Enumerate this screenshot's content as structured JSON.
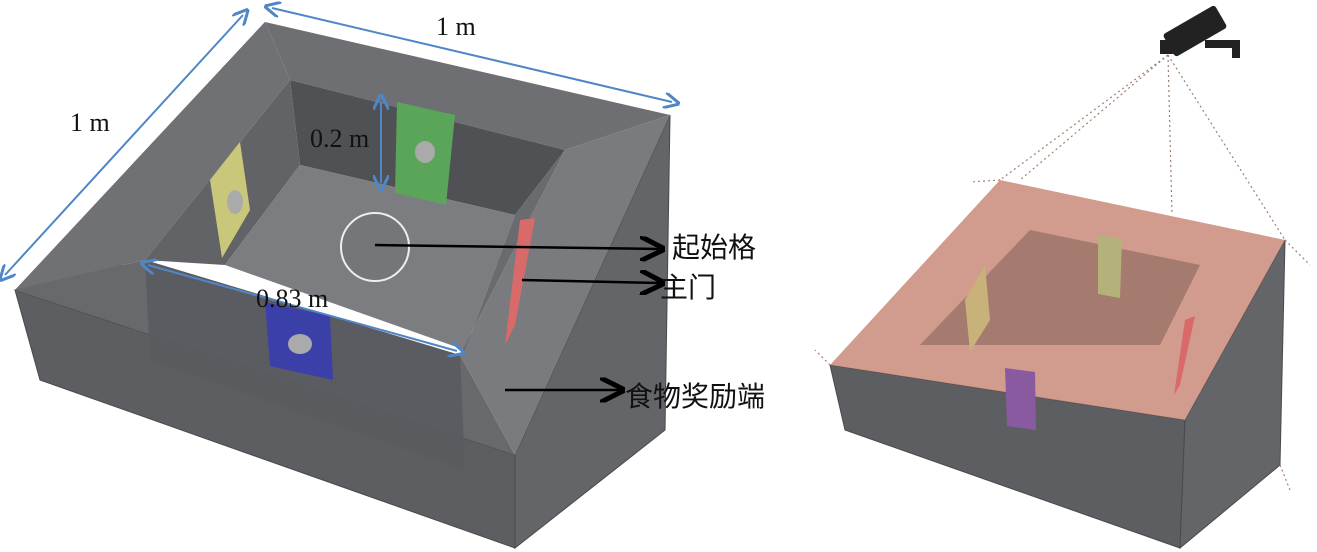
{
  "left_figure": {
    "dimensions": {
      "outer_width": "1 m",
      "outer_depth": "1 m",
      "wall_height": "0.2 m",
      "inner_width": "0.83 m"
    },
    "callouts": {
      "start_cell": "起始格",
      "main_door": "主门",
      "food_reward_end": "食物奖励端"
    }
  },
  "colors": {
    "box": "#5f6064",
    "dimension_arrow": "#4f86c6",
    "door_green": "#5aa55a",
    "door_yellow": "#c9c77a",
    "door_blue": "#3b3fa8",
    "door_red": "#d96a6a",
    "overlay_red": "#c98a7a"
  }
}
